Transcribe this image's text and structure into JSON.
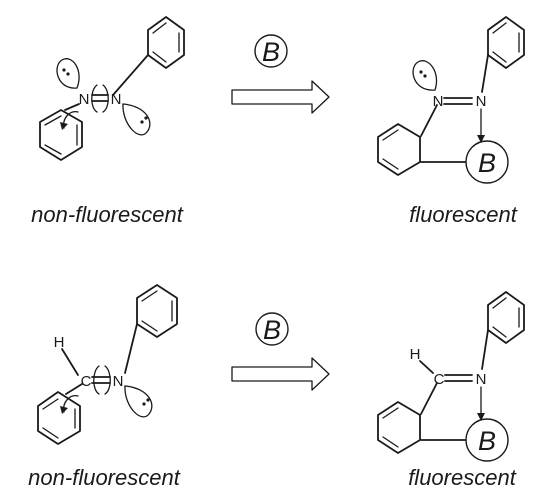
{
  "atoms": {
    "nitrogen": "N",
    "carbon": "C",
    "hydrogen": "H",
    "boron": "B"
  },
  "reagent": "B",
  "captions": {
    "top_left": "non-fluorescent",
    "top_right": "fluorescent",
    "bottom_left": "non-fluorescent",
    "bottom_right": "fluorescent"
  },
  "icons": {
    "lone_pair": "lone-pair-lobe",
    "rotation": "curved-rotation-arrow",
    "reaction": "hollow-reaction-arrow",
    "dative_bond": "dative-bond-arrow"
  }
}
